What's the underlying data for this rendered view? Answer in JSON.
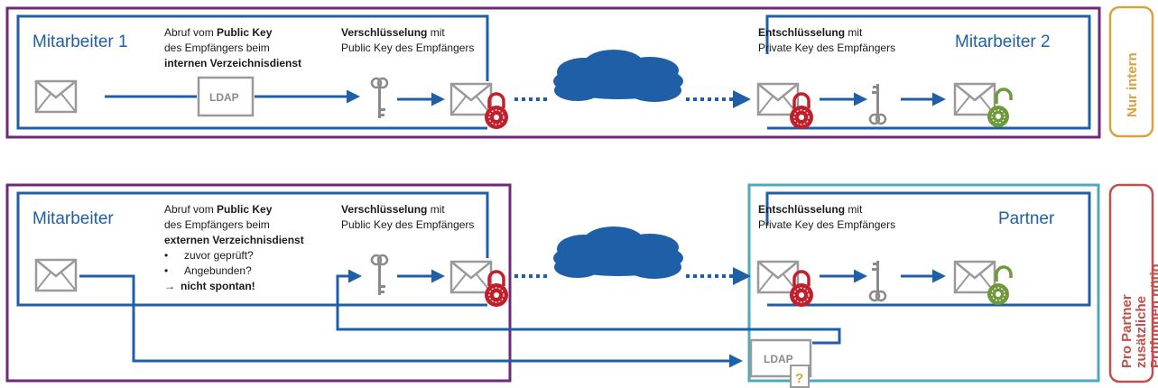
{
  "colors": {
    "blue": "#1f5fa8",
    "purple": "#6e2a78",
    "teal": "#4fa9bd",
    "gold": "#d7a33d",
    "red_side": "#c0504d",
    "lock_red": "#c0202c",
    "lock_green": "#6e9a3c",
    "cloud": "#1f5fa8",
    "grey": "#8a8a8a"
  },
  "top": {
    "sender_title": "Mitarbeiter 1",
    "receiver_title": "Mitarbeiter 2",
    "step1": {
      "l1_pre": "Abruf vom ",
      "l1_bold": "Public Key",
      "l2": "des Empfängers  beim",
      "l3_bold": "internen Verzeichnisdienst"
    },
    "step2": {
      "l1_bold": "Verschlüsselung",
      "l1_post": "  mit",
      "l2": "Public Key des Empfängers"
    },
    "step3": {
      "l1_bold": "Entschlüsselung",
      "l1_post": "  mit",
      "l2": "Private Key des Empfängers"
    },
    "ldap_label": "LDAP",
    "side_label": "Nur intern",
    "icons": [
      "envelope-icon",
      "ldap-server-icon",
      "key-icon",
      "locked-envelope-icon",
      "cloud-icon",
      "locked-envelope-icon",
      "key-icon",
      "unlocked-envelope-icon"
    ]
  },
  "bottom": {
    "sender_title": "Mitarbeiter",
    "receiver_title": "Partner",
    "step1": {
      "l1_pre": "Abruf vom ",
      "l1_bold": "Public Key",
      "l2": "des Empfängers  beim",
      "l3_bold": "externen Verzeichnisdienst",
      "bullet1": "zuvor geprüft?",
      "bullet2": "Angebunden?",
      "arrow_glyph": "→",
      "conclusion_bold": "nicht spontan!"
    },
    "step2": {
      "l1_bold": "Verschlüsselung",
      "l1_post": "  mit",
      "l2": "Public Key des Empfängers"
    },
    "step3": {
      "l1_bold": "Entschlüsselung",
      "l1_post": "  mit",
      "l2": "Private Key des Empfängers"
    },
    "ldap_label": "LDAP",
    "question_mark": "?",
    "side_label_l1": "Pro Partner",
    "side_label_l2": "zusätzliche",
    "side_label_l3": "Prüfungen nötig",
    "icons": [
      "envelope-icon",
      "key-icon",
      "locked-envelope-icon",
      "cloud-icon",
      "locked-envelope-icon",
      "key-icon",
      "unlocked-envelope-icon",
      "ldap-server-icon",
      "certificate-question-icon"
    ]
  }
}
